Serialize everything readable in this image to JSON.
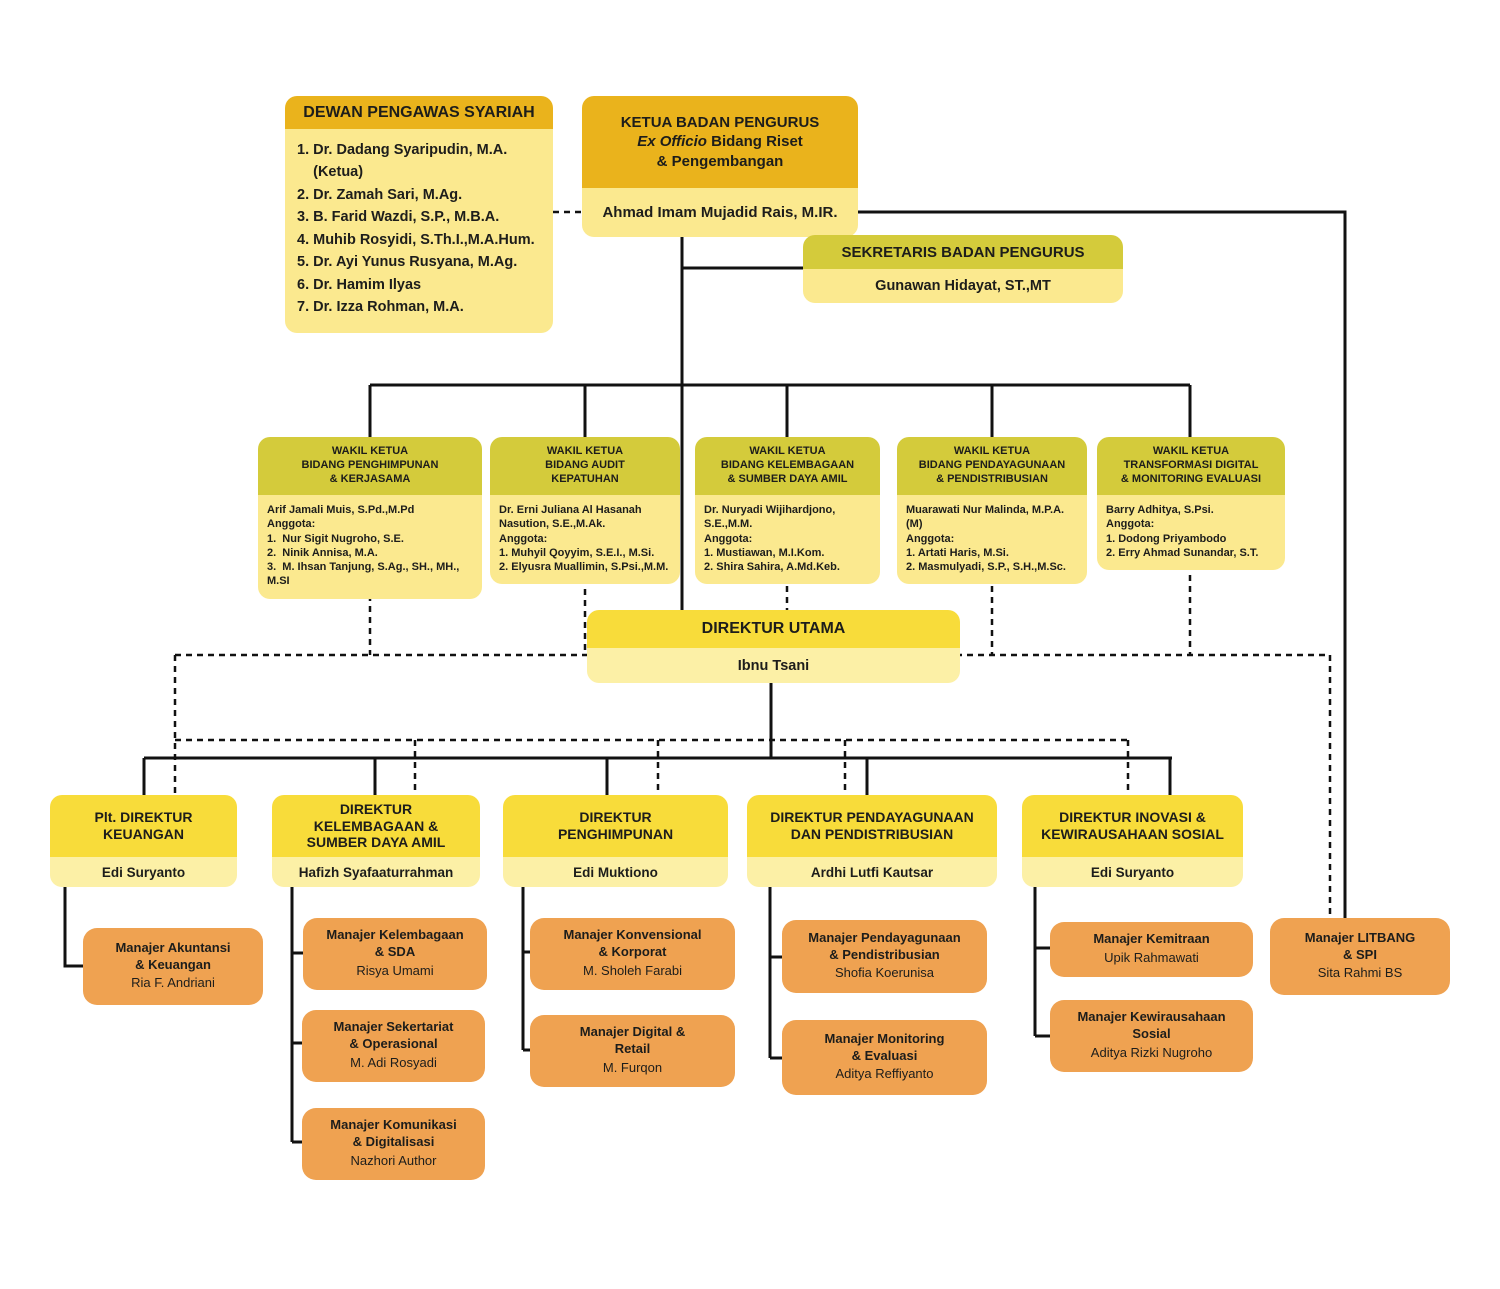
{
  "colors": {
    "gold": "#eab31c",
    "olive": "#d4cb3b",
    "yellow": "#f8dc3a",
    "light": "#fbe98f",
    "lighter": "#fcf0a6",
    "orange": "#efa251",
    "ink": "#1d1d1b",
    "line": "#111111"
  },
  "dewan": {
    "title": "DEWAN PENGAWAS SYARIAH",
    "members": "1. Dr. Dadang Syaripudin, M.A.\n    (Ketua)\n2. Dr. Zamah Sari, M.Ag.\n3. B. Farid Wazdi, S.P., M.B.A.\n4. Muhib Rosyidi, S.Th.I.,M.A.Hum.\n5. Dr. Ayi Yunus Rusyana, M.Ag.\n6. Dr. Hamim Ilyas\n7. Dr. Izza Rohman, M.A."
  },
  "ketua": {
    "title": "KETUA BADAN PENGURUS",
    "subtitle_italic": "Ex Officio",
    "subtitle_rest": " Bidang Riset",
    "subtitle_line2": "& Pengembangan",
    "name": "Ahmad Imam Mujadid Rais, M.IR."
  },
  "sekretaris": {
    "title": "SEKRETARIS BADAN PENGURUS",
    "name": "Gunawan Hidayat, ST.,MT"
  },
  "wakil": [
    {
      "title": "WAKIL KETUA\nBIDANG PENGHIMPUNAN\n& KERJASAMA",
      "body": "Arif Jamali Muis, S.Pd.,M.Pd\nAnggota:\n1.  Nur Sigit Nugroho, S.E.\n2.  Ninik Annisa, M.A.\n3.  M. Ihsan Tanjung, S.Ag., SH., MH., M.SI"
    },
    {
      "title": "WAKIL KETUA\nBIDANG AUDIT\nKEPATUHAN",
      "body": "Dr. Erni Juliana Al Hasanah\nNasution, S.E.,M.Ak.\nAnggota:\n1. Muhyil Qoyyim, S.E.I., M.Si.\n2. Elyusra Muallimin, S.Psi.,M.M."
    },
    {
      "title": "WAKIL KETUA\nBIDANG KELEMBAGAAN\n& SUMBER DAYA AMIL",
      "body": "Dr. Nuryadi Wijihardjono, S.E.,M.M.\nAnggota:\n1. Mustiawan, M.I.Kom.\n2. Shira Sahira, A.Md.Keb."
    },
    {
      "title": "WAKIL KETUA\nBIDANG PENDAYAGUNAAN\n& PENDISTRIBUSIAN",
      "body": "Muarawati Nur Malinda, M.P.A.(M)\nAnggota:\n1. Artati Haris, M.Si.\n2. Masmulyadi, S.P., S.H.,M.Sc."
    },
    {
      "title": "WAKIL KETUA\nTRANSFORMASI DIGITAL\n& MONITORING EVALUASI",
      "body": "Barry Adhitya, S.Psi.\nAnggota:\n1. Dodong Priyambodo\n2. Erry Ahmad Sunandar, S.T."
    }
  ],
  "utama": {
    "title": "DIREKTUR UTAMA",
    "name": "Ibnu Tsani"
  },
  "directors": [
    {
      "title": "Plt. DIREKTUR\nKEUANGAN",
      "name": "Edi Suryanto"
    },
    {
      "title": "DIREKTUR\nKELEMBAGAAN &\nSUMBER DAYA AMIL",
      "name": "Hafizh Syafaaturrahman"
    },
    {
      "title": "DIREKTUR\nPENGHIMPUNAN",
      "name": "Edi Muktiono"
    },
    {
      "title": "DIREKTUR PENDAYAGUNAAN\nDAN PENDISTRIBUSIAN",
      "name": "Ardhi Lutfi Kautsar"
    },
    {
      "title": "DIREKTUR INOVASI &\nKEWIRAUSAHAAN SOSIAL",
      "name": "Edi Suryanto"
    }
  ],
  "managers": [
    {
      "title": "Manajer Akuntansi\n& Keuangan",
      "name": "Ria F. Andriani"
    },
    {
      "title": "Manajer Kelembagaan\n& SDA",
      "name": "Risya Umami"
    },
    {
      "title": "Manajer Sekertariat\n& Operasional",
      "name": "M. Adi Rosyadi"
    },
    {
      "title": "Manajer Komunikasi\n& Digitalisasi",
      "name": "Nazhori Author"
    },
    {
      "title": "Manajer Konvensional\n& Korporat",
      "name": "M. Sholeh Farabi"
    },
    {
      "title": "Manajer Digital &\nRetail",
      "name": "M. Furqon"
    },
    {
      "title": "Manajer Pendayagunaan\n& Pendistribusian",
      "name": "Shofia Koerunisa"
    },
    {
      "title": "Manajer Monitoring\n& Evaluasi",
      "name": "Aditya Reffiyanto"
    },
    {
      "title": "Manajer Kemitraan",
      "name": "Upik Rahmawati"
    },
    {
      "title": "Manajer Kewirausahaan\nSosial",
      "name": "Aditya Rizki Nugroho"
    },
    {
      "title": "Manajer LITBANG\n& SPI",
      "name": "Sita Rahmi BS"
    }
  ]
}
